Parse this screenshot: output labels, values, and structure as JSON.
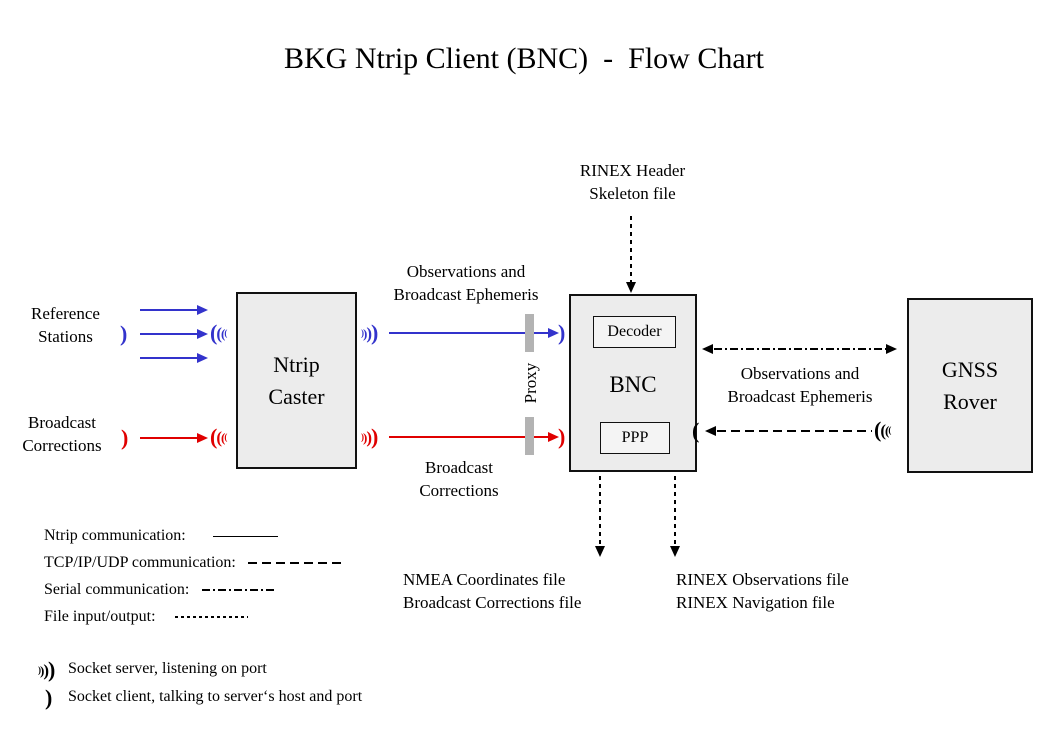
{
  "title": "BKG Ntrip Client (BNC)  -  Flow Chart",
  "colors": {
    "blue": "#3333cc",
    "red": "#e00000",
    "box_fill": "#ececec",
    "inner_box_fill": "#f4f4f4",
    "proxy_bar": "#b3b3b3"
  },
  "nodes": {
    "ntrip_caster": [
      "Ntrip",
      "Caster"
    ],
    "bnc": "BNC",
    "decoder": "Decoder",
    "ppp": "PPP",
    "gnss_rover": [
      "GNSS",
      "Rover"
    ]
  },
  "labels": {
    "reference_stations": [
      "Reference",
      "Stations"
    ],
    "broadcast_corrections_input": [
      "Broadcast",
      "Corrections"
    ],
    "observations_top": [
      "Observations and",
      "Broadcast Ephemeris"
    ],
    "broadcast_corrections_stream": [
      "Broadcast",
      "Corrections"
    ],
    "observations_right": [
      "Observations and",
      "Broadcast Ephemeris"
    ],
    "rinex_header_skeleton": [
      "RINEX Header",
      "Skeleton file"
    ],
    "proxy": "Proxy",
    "nmea_output": [
      "NMEA Coordinates file",
      "Broadcast Corrections file"
    ],
    "rinex_output": [
      "RINEX Observations file",
      "RINEX Navigation file"
    ]
  },
  "legend": {
    "ntrip": "Ntrip communication:",
    "tcp": "TCP/IP/UDP communication:",
    "serial": "Serial communication:",
    "file": "File input/output:",
    "socket_server": "Socket server, listening on port",
    "socket_client": "Socket client, talking to server‘s host and port"
  }
}
